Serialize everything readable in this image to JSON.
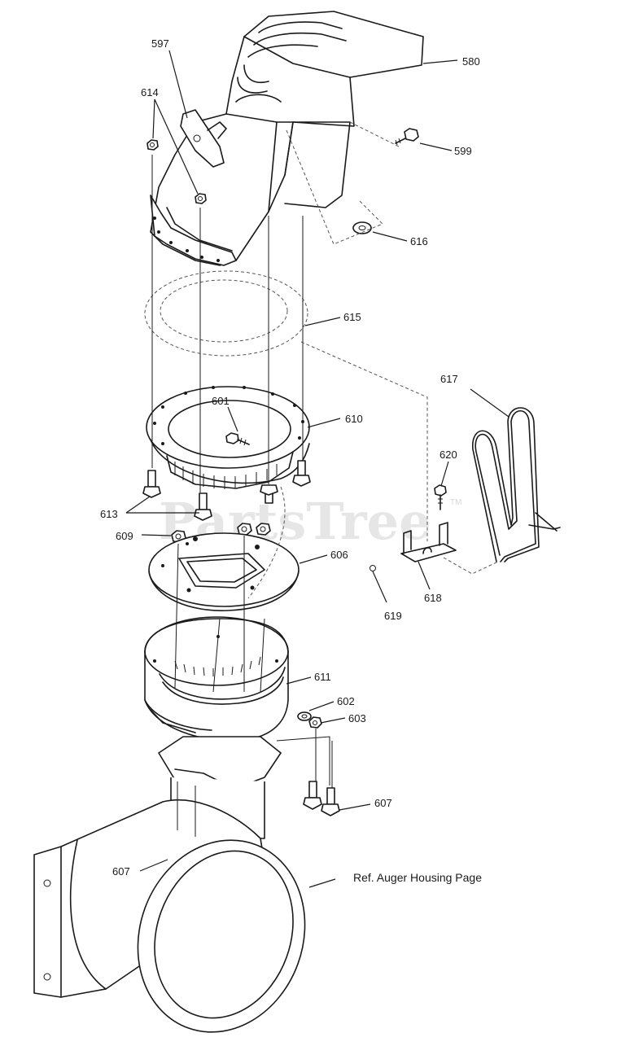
{
  "callouts": {
    "p580": "580",
    "p597": "597",
    "p614": "614",
    "p599": "599",
    "p616": "616",
    "p615": "615",
    "p617": "617",
    "p601": "601",
    "p610": "610",
    "p620": "620",
    "p613": "613",
    "p609": "609",
    "p606": "606",
    "p618": "618",
    "p619": "619",
    "p611": "611",
    "p602": "602",
    "p603": "603",
    "p607a": "607",
    "p607b": "607"
  },
  "reference_note": "Ref. Auger Housing Page",
  "watermark": {
    "text": "PartsTree",
    "mark": "TM"
  }
}
